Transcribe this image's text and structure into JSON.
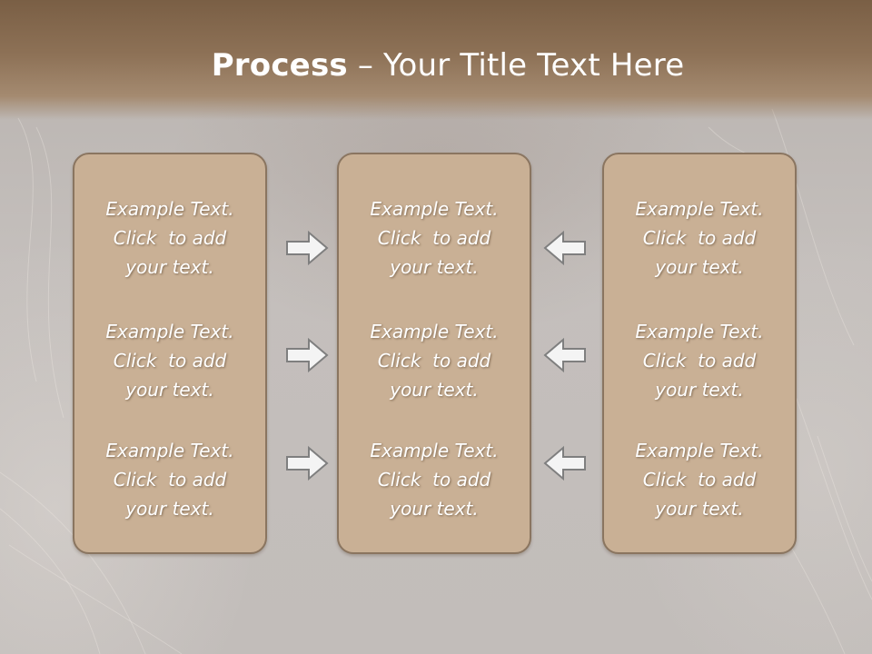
{
  "slide": {
    "title_bold": "Process",
    "title_rest": " – Your Title Text Here"
  },
  "panels": {
    "left": [
      {
        "line1": "Example Text.",
        "line2": "Click  to add",
        "line3": "your text."
      },
      {
        "line1": "Example Text.",
        "line2": "Click  to add",
        "line3": "your text."
      },
      {
        "line1": "Example Text.",
        "line2": "Click  to add",
        "line3": "your text."
      }
    ],
    "center": [
      {
        "line1": "Example Text.",
        "line2": "Click  to add",
        "line3": "your text."
      },
      {
        "line1": "Example Text.",
        "line2": "Click  to add",
        "line3": "your text."
      },
      {
        "line1": "Example Text.",
        "line2": "Click  to add",
        "line3": "your text."
      }
    ],
    "right": [
      {
        "line1": "Example Text.",
        "line2": "Click  to add",
        "line3": "your text."
      },
      {
        "line1": "Example Text.",
        "line2": "Click  to add",
        "line3": "your text."
      },
      {
        "line1": "Example Text.",
        "line2": "Click  to add",
        "line3": "your text."
      }
    ]
  },
  "colors": {
    "title_band": "#8d7156",
    "panel_fill": "#c9b095",
    "panel_border": "#8a7560",
    "arrow_fill": "#f4f4f4",
    "arrow_stroke": "#7f7f7f"
  },
  "icons": [
    "right-arrow-icon",
    "left-arrow-icon"
  ]
}
